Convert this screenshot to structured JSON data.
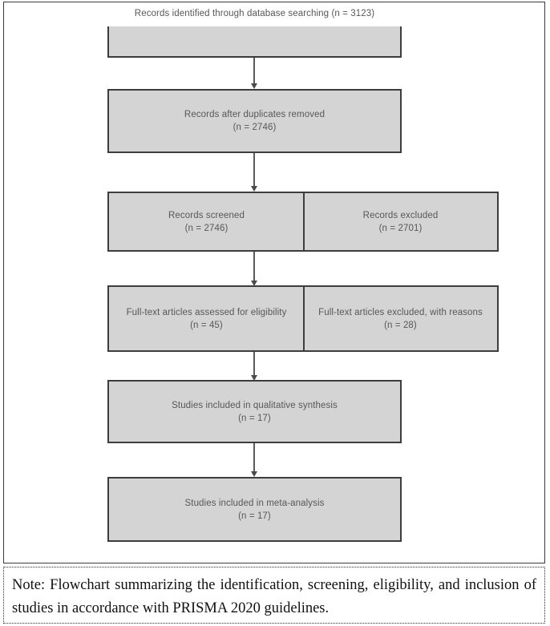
{
  "figure": {
    "type": "prisma-flow-diagram",
    "colors": {
      "box_fill": "#d4d4d4",
      "box_border": "#3d3d3d",
      "box_text": "#575757",
      "connector": "#5a5a5a",
      "frame_border": "#3a3a3a",
      "caption_text": "#111111"
    }
  },
  "flow": {
    "identification": {
      "line1": "Records identified through",
      "line2": "database searching",
      "line3": "(n = 3123)",
      "count": 3123
    },
    "duplicates_removed": {
      "line1": "Records after duplicates removed",
      "line2": "(n = 2746)",
      "count": 2746
    },
    "screened": {
      "line1": "Records screened",
      "line2": "(n = 2746)",
      "count": 2746
    },
    "excluded_screening": {
      "line1": "Records excluded",
      "line2": "(n = 2701)",
      "count": 2701
    },
    "fulltext_assessed": {
      "line1": "Full-text articles assessed for eligibility",
      "line2": "(n = 45)",
      "count": 45
    },
    "fulltext_excluded": {
      "line1": "Full-text articles excluded, with reasons",
      "line2": "(n = 28)",
      "count": 28
    },
    "qualitative_synthesis": {
      "line1": "Studies included in qualitative synthesis",
      "line2": "(n = 17)",
      "count": 17
    },
    "meta_analysis": {
      "line1": "Studies included in meta-analysis",
      "line2": "(n = 17)",
      "count": 17
    }
  },
  "caption": {
    "text": "Note: Flowchart summarizing the identification, screening, eligibility, and inclusion of studies in accordance with PRISMA 2020 guidelines."
  }
}
